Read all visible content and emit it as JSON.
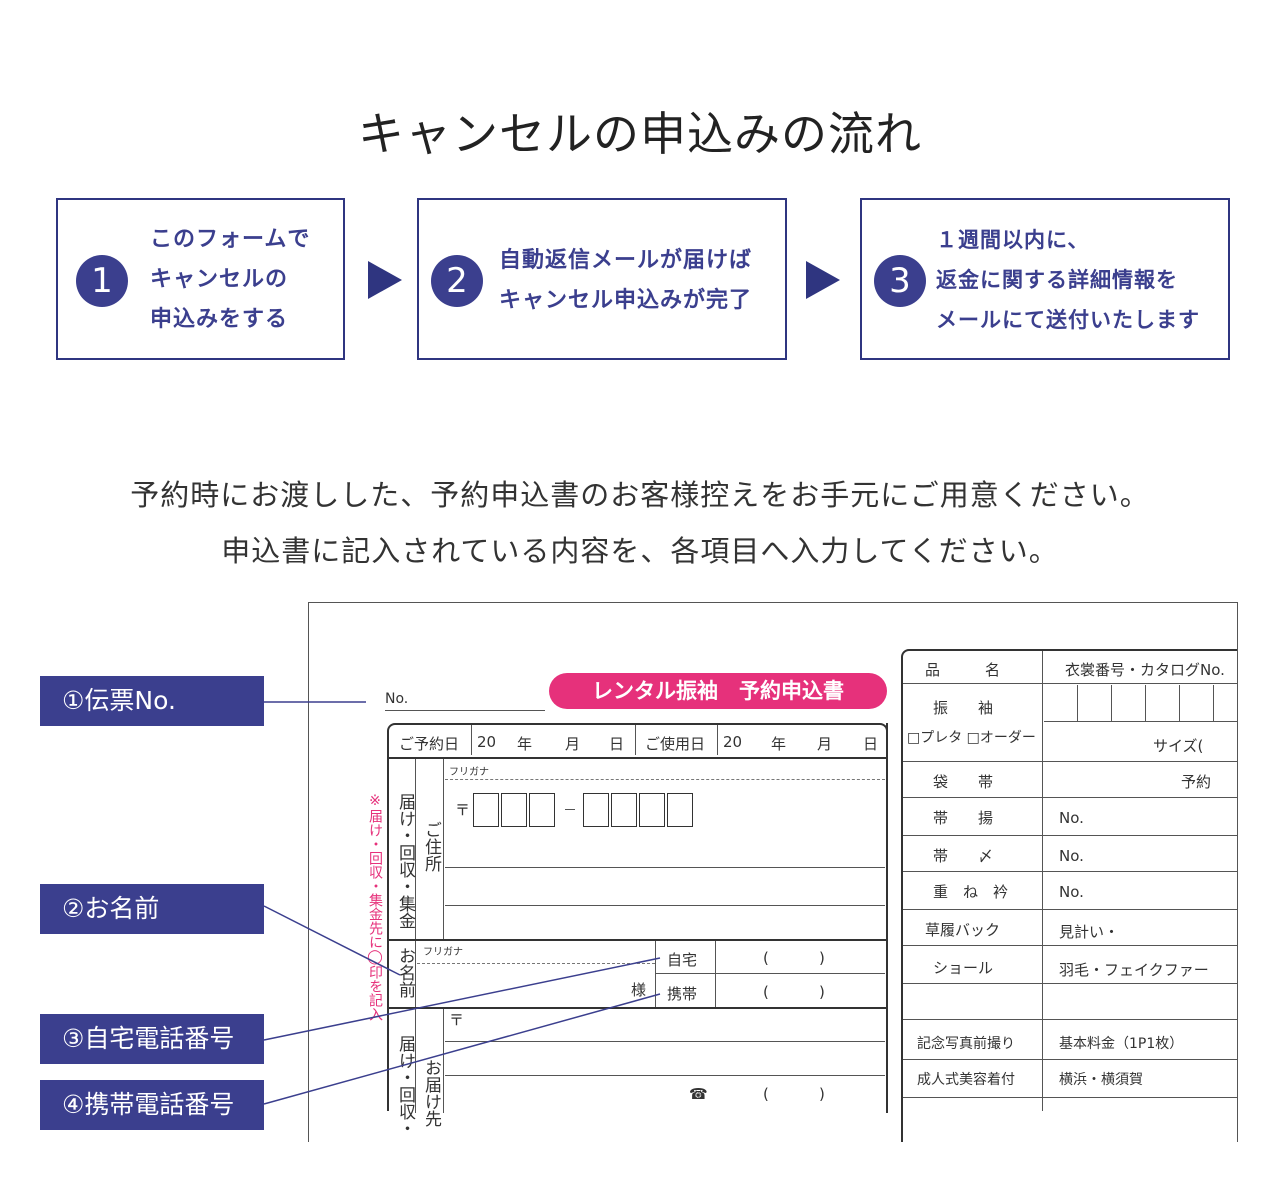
{
  "title": "キャンセルの申込みの流れ",
  "steps": [
    {
      "num": "1",
      "lines": [
        "このフォームで",
        "キャンセルの",
        "申込みをする"
      ]
    },
    {
      "num": "2",
      "lines": [
        "自動返信メールが届けば",
        "キャンセル申込みが完了"
      ]
    },
    {
      "num": "3",
      "lines": [
        "１週間以内に、",
        "返金に関する詳細情報を",
        "メールにて送付いたします"
      ]
    }
  ],
  "lead": [
    "予約時にお渡しした、予約申込書のお客様控えをお手元にご用意ください。",
    "申込書に記入されている内容を、各項目へ入力してください。"
  ],
  "labels": [
    "①伝票No.",
    "②お名前",
    "③自宅電話番号",
    "④携帯電話番号"
  ],
  "form": {
    "no_label": "No.",
    "header": "レンタル振袖　予約申込書",
    "reserve_date": "ご予約日",
    "year_prefix": "20",
    "year": "年",
    "month": "月",
    "day": "日",
    "use_date": "ご使用日",
    "furigana": "フリガナ",
    "delivery_note": "届け・回収・集金",
    "address": "ご住所",
    "postal_mark": "〒",
    "name": "お名前",
    "honorific": "様",
    "home": "自宅",
    "mobile": "携帯",
    "paren_open": "(",
    "paren_close": ")",
    "side_note": "※届け・回収・集金先に◯印を記入",
    "bottom_delivery": "届け・回収・",
    "bottom_address": "お届け先",
    "phone_icon": "☎",
    "right_table": {
      "header_left": "品　　　名",
      "header_right": "衣裳番号・カタログNo.",
      "furisode": "振　　袖",
      "furisode_opts": "□プレタ □オーダー",
      "size": "サイズ(",
      "fukuro": "袋　　帯",
      "yoyaku": "予約",
      "obiage": "帯　　揚",
      "obijime": "帯　　〆",
      "kasane": "重　ね　衿",
      "zouri": "草履バック",
      "shawl": "ショール",
      "no": "No.",
      "mikake": "見計い・",
      "fur": "羽毛・フェイクファー",
      "photo": "記念写真前撮り",
      "basic": "基本料金（1P1枚）",
      "seijin": "成人式美容着付",
      "area": "横浜・横須賀"
    }
  },
  "colors": {
    "accent": "#3b3f8e",
    "pink": "#e6317b"
  }
}
